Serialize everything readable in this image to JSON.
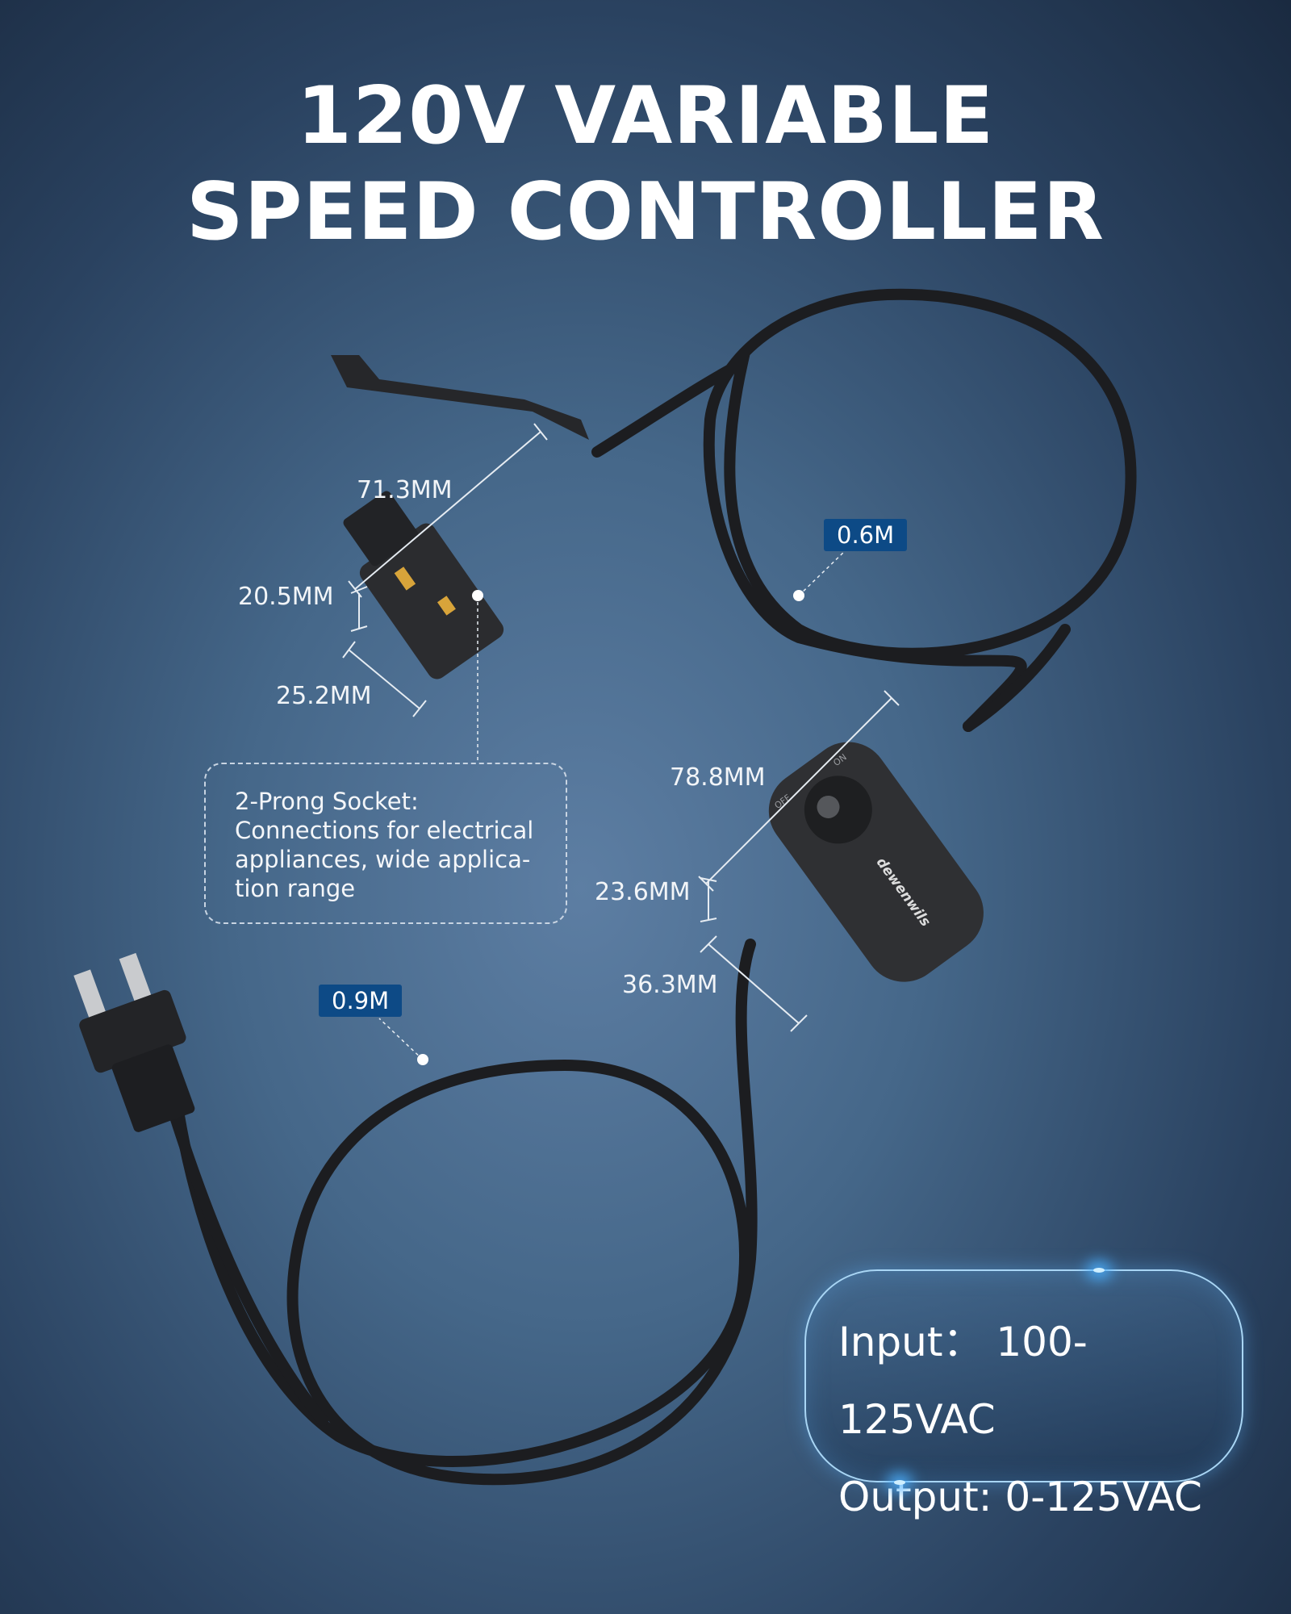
{
  "title": {
    "line1": "120V VARIABLE",
    "line2": "SPEED CONTROLLER"
  },
  "dimensions": {
    "socket_length": "71.3MM",
    "socket_height": "20.5MM",
    "socket_width": "25.2MM",
    "controller_length": "78.8MM",
    "controller_height": "23.6MM",
    "controller_width": "36.3MM"
  },
  "cables": {
    "upper_length": "0.6M",
    "lower_length": "0.9M"
  },
  "socket_note": {
    "lines": [
      "2-Prong Socket:",
      "Connections for electrical",
      "appliances, wide applica-",
      "tion range"
    ]
  },
  "brand": {
    "logo": "dewenwils",
    "knob_on": "ON",
    "knob_off": "OFF"
  },
  "specs": {
    "input": "Input：  100-125VAC",
    "output": "Output: 0-125VAC"
  }
}
